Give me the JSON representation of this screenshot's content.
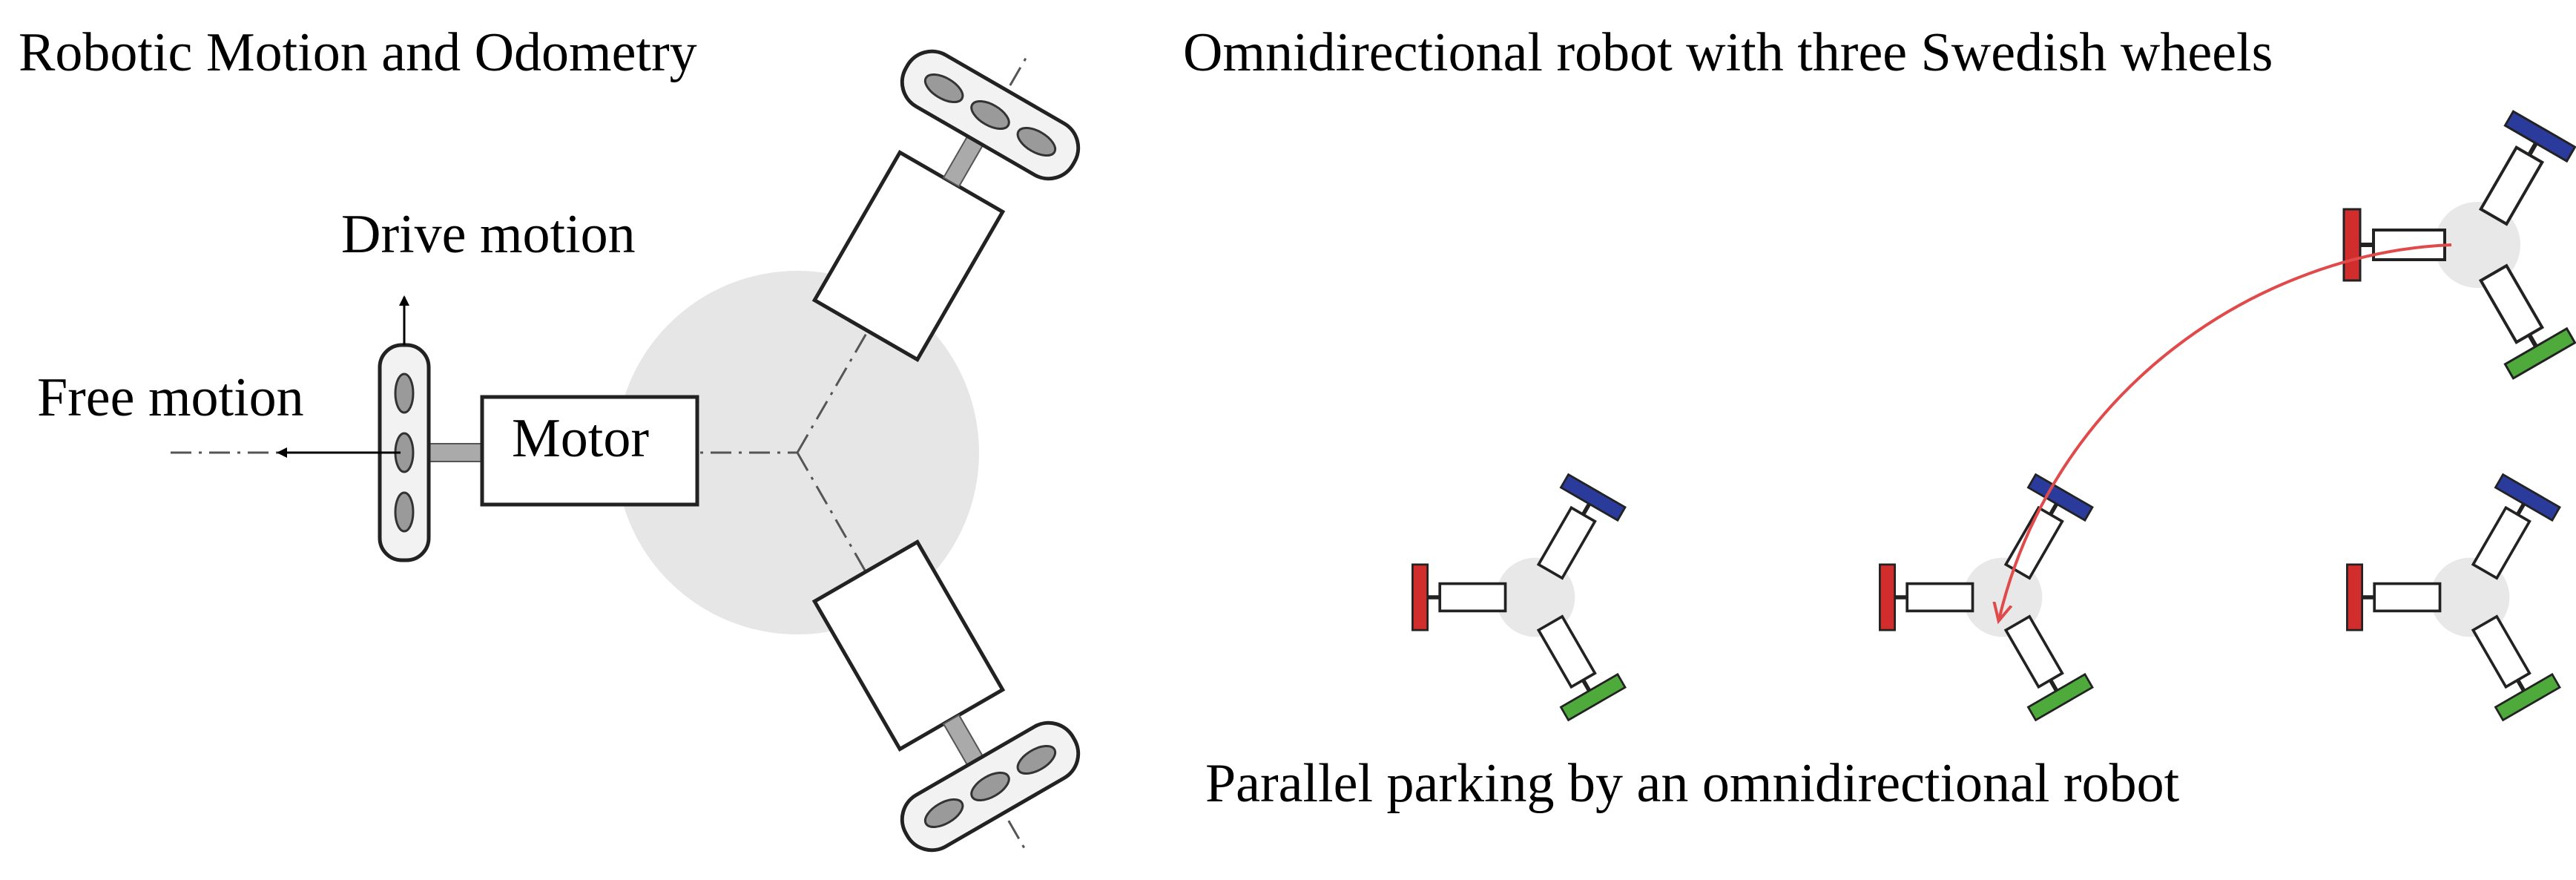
{
  "diagram": {
    "left_title": "Robotic Motion and Odometry",
    "right_title": "Omnidirectional robot with three Swedish wheels",
    "bottom_caption": "Parallel parking by an omnidirectional robot",
    "labels": {
      "drive_motion": "Drive motion",
      "free_motion": "Free motion",
      "motor": "Motor"
    },
    "colors": {
      "body_gray": "#e6e6e6",
      "wheel_red": "#d22d2d",
      "wheel_blue": "#2b3b9c",
      "wheel_green": "#4faa3c",
      "path_red": "#e04a4a",
      "roller_gray": "#9a9a9a"
    }
  }
}
